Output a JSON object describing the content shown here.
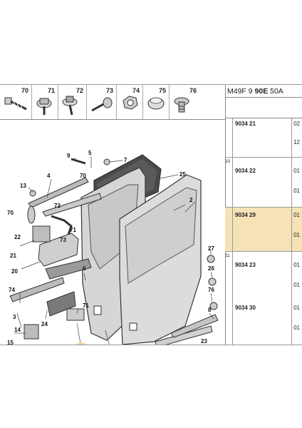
{
  "fasteners": [
    {
      "num": "70",
      "icon": "long-screw-icon"
    },
    {
      "num": "71",
      "icon": "bolt-icon"
    },
    {
      "num": "72",
      "icon": "washer-screw-icon"
    },
    {
      "num": "73",
      "icon": "self-tapping-screw-icon"
    },
    {
      "num": "74",
      "icon": "hex-nut-icon"
    },
    {
      "num": "75",
      "icon": "plug-clip-icon"
    },
    {
      "num": "76",
      "icon": "rivet-clip-icon"
    }
  ],
  "diagram_labels": {
    "l13": "13",
    "l4": "4",
    "l9": "9",
    "l5": "5",
    "l7": "7",
    "l70a": "70",
    "l25": "25",
    "l72": "72",
    "l70b": "70",
    "l2": "2",
    "l22": "22",
    "l73": "73",
    "l71a": "71",
    "l21": "21",
    "l20": "20",
    "l6": "6",
    "l1": "1",
    "l74": "74",
    "l27": "27",
    "l26": "26",
    "l3": "3",
    "l76": "76",
    "l71b": "71",
    "l24": "24",
    "l14": "14",
    "l8": "8",
    "l15": "15",
    "l23": "23",
    "l10": "10"
  },
  "ref_header": {
    "prefix": "M49F 9 ",
    "bold": "90E",
    "suffix": " 50A"
  },
  "groups": [
    {
      "note": "",
      "highlighted": false,
      "rows": [
        {
          "pn": "9034 21",
          "code": "02"
        },
        {
          "pn": "",
          "code": "12"
        }
      ]
    },
    {
      "note": "10",
      "highlighted": false,
      "rows": [
        {
          "pn": "9034 22",
          "code": "01"
        },
        {
          "pn": "",
          "code": "01"
        }
      ]
    },
    {
      "note": "",
      "highlighted": true,
      "rows": [
        {
          "pn": "9034 29",
          "code": "01"
        },
        {
          "pn": "",
          "code": "01"
        }
      ]
    },
    {
      "note": "11",
      "highlighted": false,
      "rows": [
        {
          "pn": "9034 23",
          "code": "01"
        },
        {
          "pn": "",
          "code": "01"
        },
        {
          "pn": "9034 30",
          "code": "01"
        },
        {
          "pn": "",
          "code": "01"
        }
      ]
    }
  ],
  "colors": {
    "highlight": "#f6e2b7",
    "callout": "#f3d99c",
    "panel": "#d9d9d9",
    "edge": "#333333"
  }
}
